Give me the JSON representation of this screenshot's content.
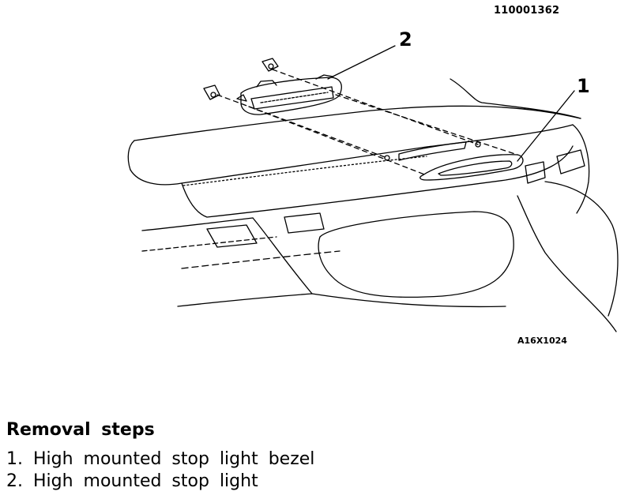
{
  "document_id": "110001362",
  "figure_code": "A16X1024",
  "callouts": {
    "one": "1",
    "two": "2"
  },
  "removal": {
    "title": "Removal steps",
    "steps": [
      {
        "label": "1. High mounted stop light bezel"
      },
      {
        "label": "2. High mounted stop light"
      }
    ]
  }
}
